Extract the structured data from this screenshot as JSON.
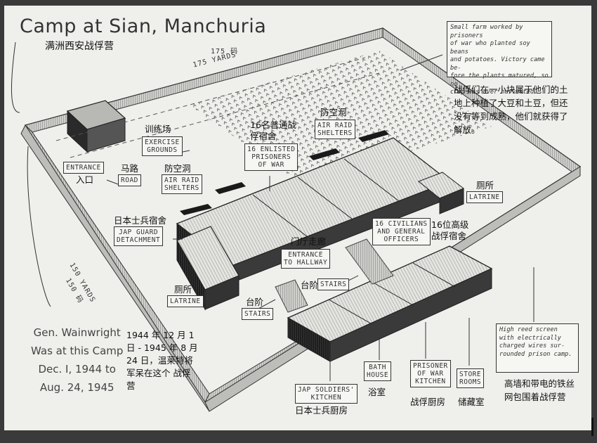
{
  "title": "Camp at Sian, Manchuria",
  "title_cn": "满洲西安战俘营",
  "yards_top": "175 YARDS",
  "yards_top_cn": "175 码",
  "yards_left": "150 YARDS",
  "yards_left_cn": "150 码",
  "farm_note": "Small farm worked by prisoners\nof war who planted soy beans\nand potatoes. Victory came be-\nfore the plants matured, so no\ncrop was ever harvested.",
  "farm_note_cn": "战俘们在一小块属于他们的土\n地上种植了大豆和土豆，但还\n没有等到成熟，他们就获得了\n解放。",
  "screen_note": "High reed screen\nwith electrically\ncharged wires sur-\nrounded prison camp.",
  "screen_note_cn": "高墙和带电的铁丝\n网包围着战俘营",
  "gen_text": "Gen. Wainwright\nWas at this Camp\nDec. I, 1944 to\nAug. 24, 1945",
  "gen_text_cn": "1944 年 12 月 1\n日 - 1945 年 8 月\n24 日，温莱特将\n军呆在这个 战俘\n营",
  "labels": {
    "entrance": "ENTRANCE",
    "entrance_cn": "入口",
    "road": "ROAD",
    "road_cn": "马路",
    "exercise": "EXERCISE\nGROUNDS",
    "exercise_cn": "训练场",
    "air_raid_left": "AIR RAID\nSHELTERS",
    "air_raid_left_cn": "防空洞",
    "air_raid_right": "AIR RAID\nSHELTERS",
    "air_raid_right_cn": "防空洞",
    "enlisted": "16 ENLISTED\nPRISONERS\nOF WAR",
    "enlisted_cn": "16名普通战\n俘宿舍",
    "jap_guard": "JAP GUARD\nDETACHMENT",
    "jap_guard_cn": "日本士兵宿舍",
    "latrine_right": "LATRINE",
    "latrine_right_cn": "厕所",
    "civilians": "16 CIVILIANS\nAND GENERAL\nOFFICERS",
    "civilians_cn": "16位高级\n战俘宿舍",
    "hallway": "ENTRANCE\nTO HALLWAY",
    "hallway_cn": "门厅走廊",
    "stairs_right": "STAIRS",
    "stairs_right_cn": "台阶",
    "stairs_left": "STAIRS",
    "stairs_left_cn": "台阶",
    "latrine_left": "LATRINE",
    "latrine_left_cn": "厕所",
    "kitchen": "JAP SOLDIERS'\nKITCHEN",
    "kitchen_cn": "日本士兵厨房",
    "bath": "BATH\nHOUSE",
    "bath_cn": "浴室",
    "pow_kitchen": "PRISONER\nOF WAR\nKITCHEN",
    "pow_kitchen_cn": "战俘厨房",
    "store": "STORE\nROOMS",
    "store_cn": "储藏室"
  }
}
